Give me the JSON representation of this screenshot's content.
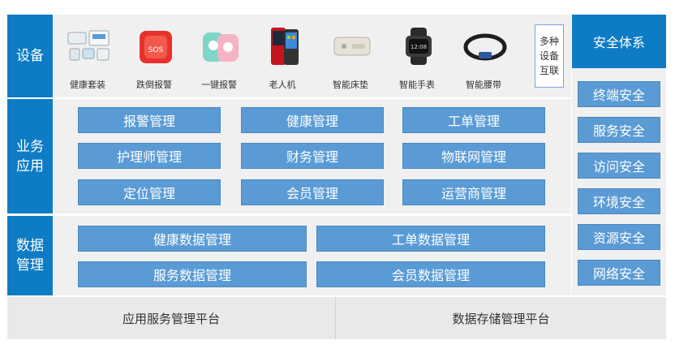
{
  "sections": {
    "device": "设备",
    "business": "业务\n应用",
    "data": "数据\n管理"
  },
  "devices": [
    {
      "label": "健康套装",
      "icon": "health-kit-icon"
    },
    {
      "label": "跌倒报警",
      "icon": "fall-alarm-icon"
    },
    {
      "label": "一键报警",
      "icon": "one-key-alarm-icon"
    },
    {
      "label": "老人机",
      "icon": "elderly-phone-icon"
    },
    {
      "label": "智能床垫",
      "icon": "smart-mattress-icon"
    },
    {
      "label": "智能手表",
      "icon": "smart-watch-icon"
    },
    {
      "label": "智能腰带",
      "icon": "smart-belt-icon"
    }
  ],
  "multi_device": [
    "多种",
    "设备",
    "互联"
  ],
  "business_apps": [
    [
      "报警管理",
      "健康管理",
      "工单管理"
    ],
    [
      "护理师管理",
      "财务管理",
      "物联网管理"
    ],
    [
      "定位管理",
      "会员管理",
      "运营商管理"
    ]
  ],
  "data_mgmt": [
    [
      "健康数据管理",
      "工单数据管理"
    ],
    [
      "服务数据管理",
      "会员数据管理"
    ]
  ],
  "security": {
    "title": "安全体系",
    "items": [
      "终端安全",
      "服务安全",
      "访问安全",
      "环境安全",
      "资源安全",
      "网络安全"
    ]
  },
  "platforms": [
    "应用服务管理平台",
    "数据存储管理平台"
  ],
  "colors": {
    "section_blue": "#0e7cc4",
    "button_blue": "#5a9bd5",
    "panel_gray": "#f0f0f0"
  }
}
